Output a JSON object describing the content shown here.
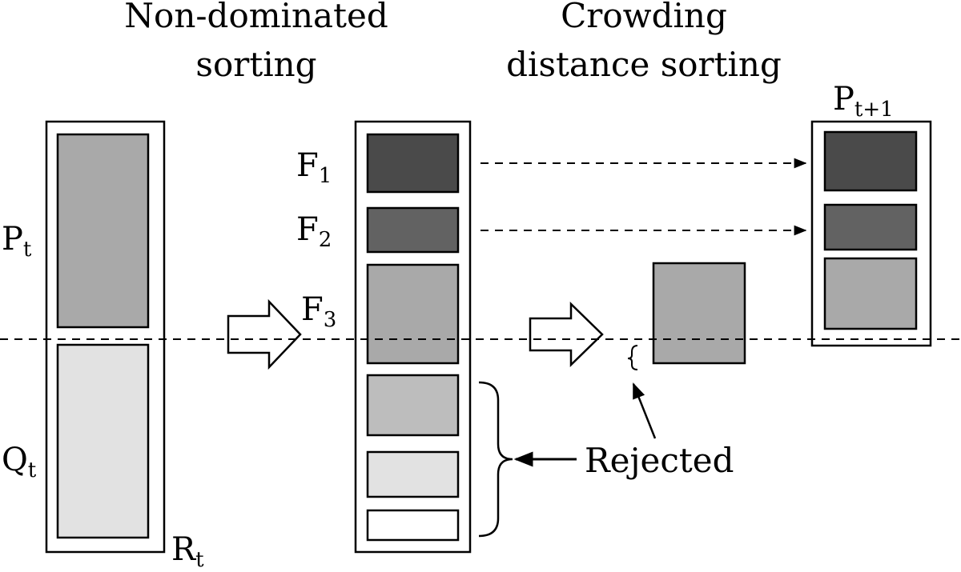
{
  "headings": {
    "non_dominated": [
      "Non-dominated",
      "sorting"
    ],
    "crowding": [
      "Crowding",
      "distance sorting"
    ]
  },
  "labels": {
    "pt": {
      "main": "P",
      "sub": "t"
    },
    "qt": {
      "main": "Q",
      "sub": "t"
    },
    "rt": {
      "main": "R",
      "sub": "t"
    },
    "f1": {
      "main": "F",
      "sub": "1"
    },
    "f2": {
      "main": "F",
      "sub": "2"
    },
    "f3": {
      "main": "F",
      "sub": "3"
    },
    "pt1": {
      "main": "P",
      "sub": "t+1"
    },
    "rejected": "Rejected"
  },
  "colors": {
    "f1": "#4a4a4a",
    "f2": "#626262",
    "f3": "#a9a9a9",
    "pt": "#a9a9a9",
    "qt": "#e2e2e2",
    "rej1": "#bdbdbd",
    "rej2": "#e2e2e2",
    "rej3": "#ffffff"
  }
}
